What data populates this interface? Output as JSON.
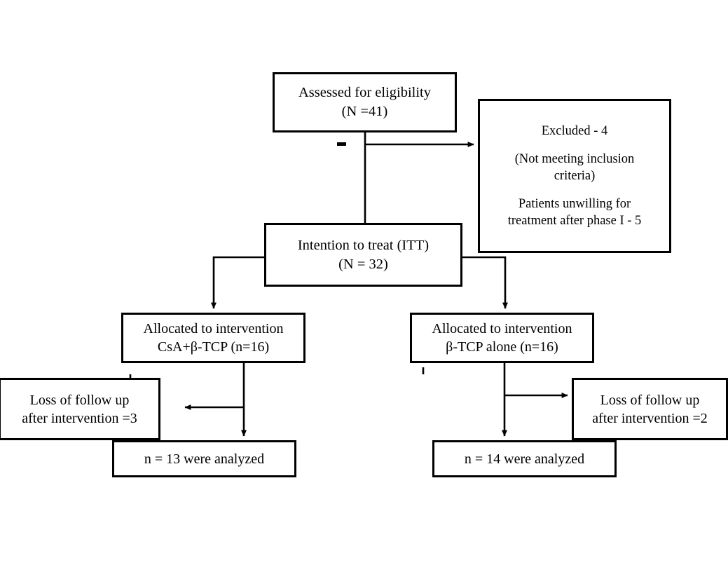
{
  "diagram": {
    "title": "CONSORT participant flow diagram",
    "stroke_color": "#000000",
    "background_color": "#ffffff",
    "nodes": {
      "assessed": {
        "line1": "Assessed for eligibility",
        "line2": "(N =41)"
      },
      "excluded": {
        "line1": "Excluded - 4",
        "line2": "(Not meeting inclusion",
        "line3": "criteria)",
        "line4": "Patients unwilling for",
        "line5": "treatment after phase I - 5"
      },
      "itt": {
        "line1": "Intention to treat (ITT)",
        "line2": "(N = 32)"
      },
      "alloc_left": {
        "line1": "Allocated to intervention",
        "line2": "CsA+β-TCP (n=16)"
      },
      "alloc_right": {
        "line1": "Allocated to intervention",
        "line2": "β-TCP alone (n=16)"
      },
      "loss_left": {
        "line1": "Loss of follow up",
        "line2": "after intervention =3"
      },
      "loss_right": {
        "line1": "Loss of follow up",
        "line2": "after intervention =2"
      },
      "analyzed_left": {
        "line1": "n = 13 were analyzed"
      },
      "analyzed_right": {
        "line1": "n = 14 were analyzed"
      }
    },
    "stray_mark": "-"
  }
}
